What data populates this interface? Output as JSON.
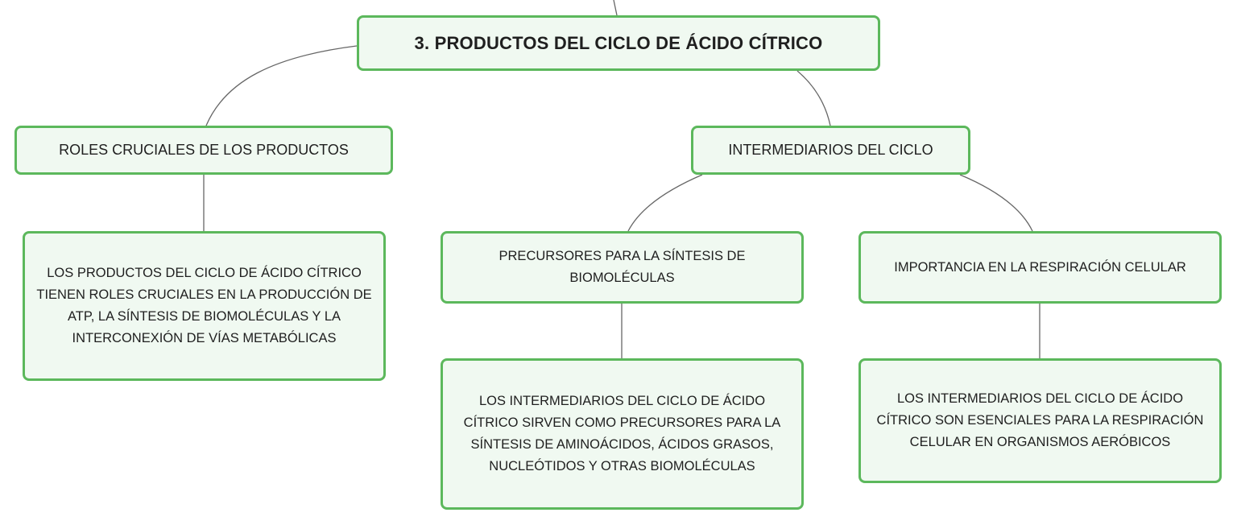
{
  "diagram": {
    "root": {
      "label": "3. PRODUCTOS DEL CICLO DE ÁCIDO CÍTRICO"
    },
    "branches": {
      "roles": {
        "label": "ROLES CRUCIALES DE LOS PRODUCTOS",
        "detail": "LOS PRODUCTOS DEL CICLO DE ÁCIDO CÍTRICO TIENEN ROLES CRUCIALES EN LA PRODUCCIÓN DE ATP, LA SÍNTESIS DE BIOMOLÉCULAS Y LA INTERCONEXIÓN DE VÍAS METABÓLICAS"
      },
      "intermediates": {
        "label": "INTERMEDIARIOS DEL CICLO",
        "precursors": {
          "label": "PRECURSORES PARA LA SÍNTESIS DE BIOMOLÉCULAS",
          "detail": "LOS INTERMEDIARIOS DEL CICLO DE ÁCIDO CÍTRICO SIRVEN COMO PRECURSORES PARA LA SÍNTESIS DE AMINOÁCIDOS, ÁCIDOS GRASOS, NUCLEÓTIDOS Y OTRAS BIOMOLÉCULAS"
        },
        "respiration": {
          "label": "IMPORTANCIA EN LA RESPIRACIÓN CELULAR",
          "detail": "LOS INTERMEDIARIOS DEL CICLO DE ÁCIDO CÍTRICO SON ESENCIALES PARA LA RESPIRACIÓN CELULAR EN ORGANISMOS AERÓBICOS"
        }
      }
    }
  },
  "colors": {
    "node_border": "#5cb85c",
    "node_fill": "#f0f9f1",
    "connector": "#666666",
    "text": "#1f1f1f"
  }
}
